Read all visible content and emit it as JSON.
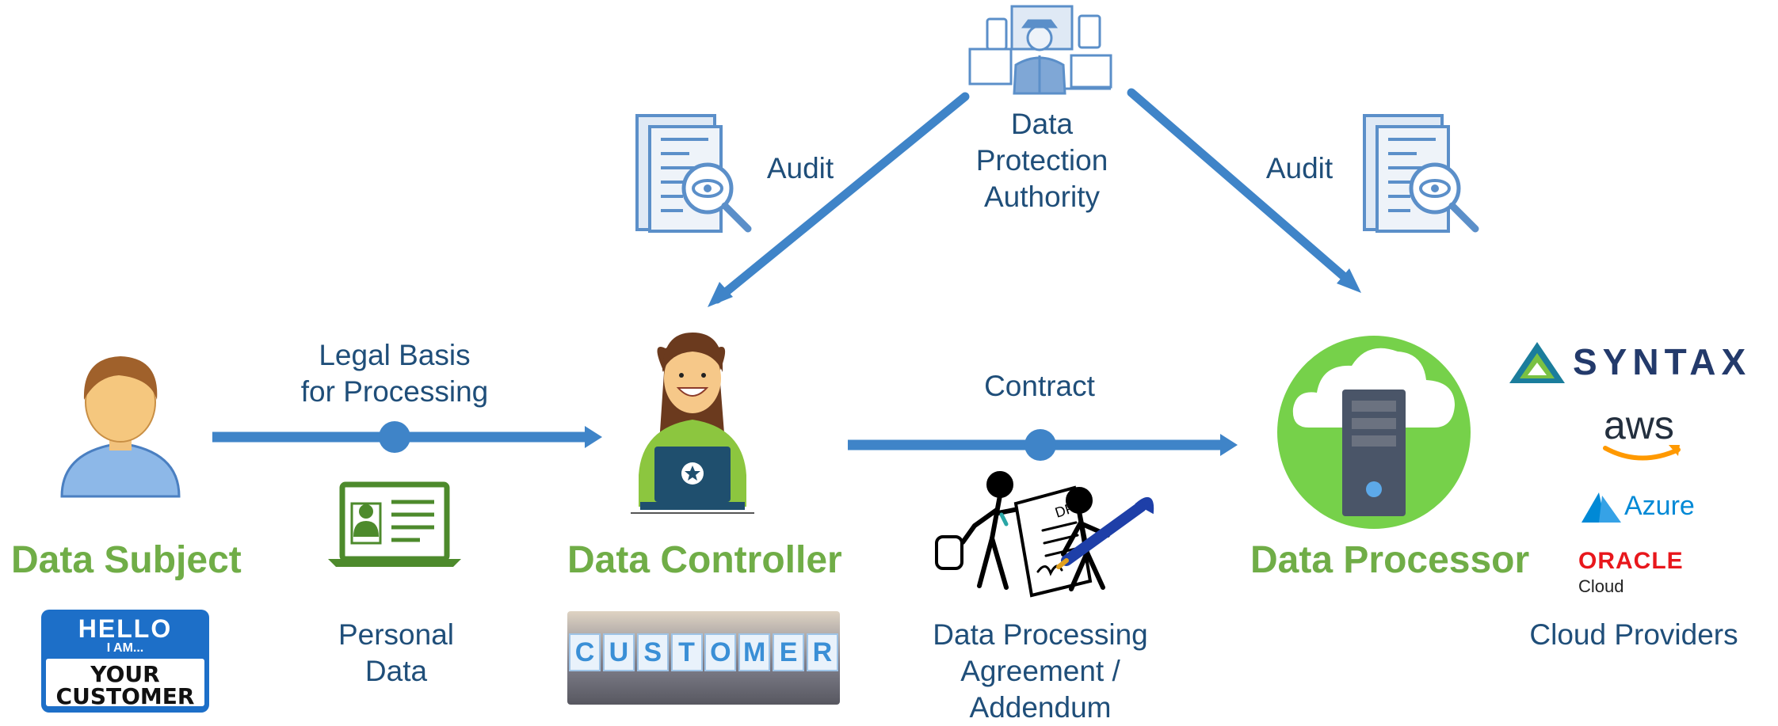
{
  "authority": {
    "line1": "Data",
    "line2": "Protection",
    "line3": "Authority"
  },
  "audit_left": "Audit",
  "audit_right": "Audit",
  "legal_basis": {
    "line1": "Legal Basis",
    "line2": "for Processing"
  },
  "contract": "Contract",
  "personal_data": {
    "line1": "Personal",
    "line2": "Data"
  },
  "dpa_caption": {
    "line1": "Data Processing",
    "line2": "Agreement /",
    "line3": "Addendum"
  },
  "dpa_doc_label": "DPA",
  "data_subject": "Data Subject",
  "data_controller": "Data Controller",
  "data_processor": "Data Processor",
  "cloud_providers": {
    "caption": "Cloud Providers",
    "syntax": "SYNTAX",
    "aws": "aws",
    "azure": "Azure",
    "oracle": "ORACLE",
    "oracle_sub": "Cloud"
  },
  "badge": {
    "line1": "HELLO",
    "line2": "I AM...",
    "line3": "YOUR",
    "line4": "CUSTOMER"
  },
  "customer_letters": [
    "C",
    "U",
    "S",
    "T",
    "O",
    "M",
    "E",
    "R"
  ],
  "colors": {
    "arrow": "#3f84c8",
    "entity": "#70ad47",
    "caption": "#1f4e79",
    "icon_blue": "#5b8fc9"
  }
}
